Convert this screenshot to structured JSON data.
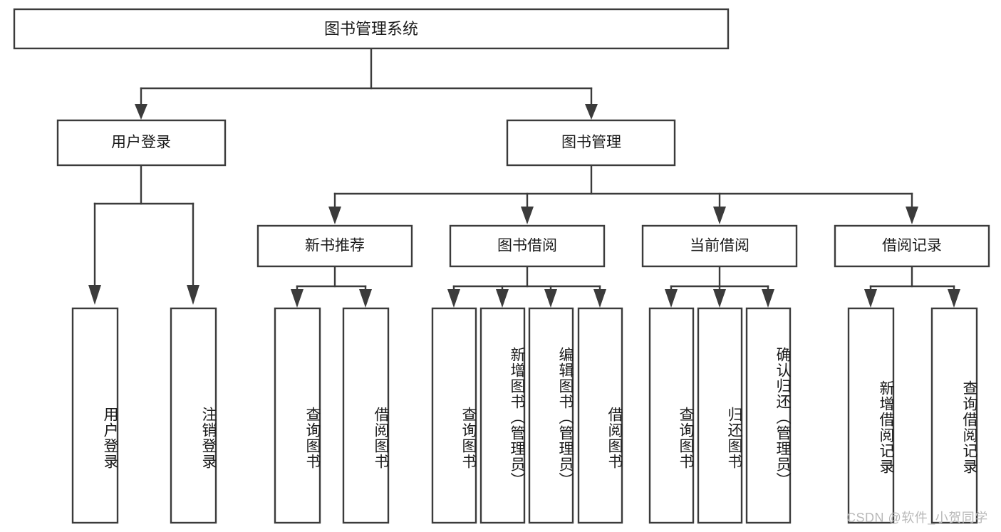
{
  "diagram": {
    "type": "tree",
    "title": "图书管理系统",
    "watermark": "CSDN @软件_小贺同学",
    "colors": {
      "stroke": "#3b3b3b",
      "fill": "#ffffff",
      "text": "#1a1a1a",
      "watermark": "#b9b9b9"
    },
    "nodes": {
      "root": {
        "label": "图书管理系统"
      },
      "level2": [
        {
          "label": "用户登录"
        },
        {
          "label": "图书管理"
        }
      ],
      "level3": [
        {
          "label": "新书推荐"
        },
        {
          "label": "图书借阅"
        },
        {
          "label": "当前借阅"
        },
        {
          "label": "借阅记录"
        }
      ],
      "leaves_user_login": [
        {
          "label": "用户登录"
        },
        {
          "label": "注销登录"
        }
      ],
      "leaves_new_book": [
        {
          "label": "查询图书"
        },
        {
          "label": "借阅图书"
        }
      ],
      "leaves_borrow": [
        {
          "label": "查询图书"
        },
        {
          "label": "新增图书（管理员）"
        },
        {
          "label": "编辑图书（管理员）"
        },
        {
          "label": "借阅图书"
        }
      ],
      "leaves_current": [
        {
          "label": "查询图书"
        },
        {
          "label": "归还图书"
        },
        {
          "label": "确认归还（管理员）"
        }
      ],
      "leaves_record": [
        {
          "label": "新增借阅记录"
        },
        {
          "label": "查询借阅记录"
        }
      ]
    }
  }
}
